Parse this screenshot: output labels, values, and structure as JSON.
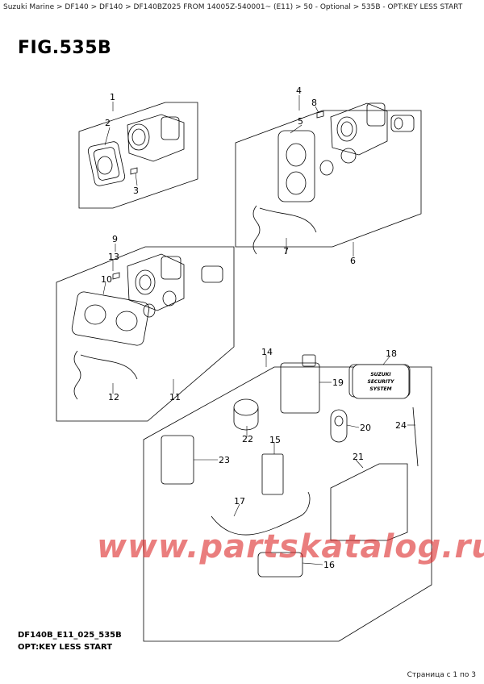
{
  "breadcrumb": {
    "items": [
      "Suzuki Marine",
      "DF140",
      "DF140",
      "DF140BZ025 FROM 14005Z-540001~ (E11)",
      "50 - Optional",
      "535B - OPT:KEY LESS START"
    ],
    "separator": " > "
  },
  "figure": {
    "title": "FIG.535B",
    "code": "DF140B_E11_025_535B",
    "subtitle": "OPT:KEY LESS START"
  },
  "security_label": {
    "line1": "SUZUKI",
    "line2": "SECURITY",
    "line3": "SYSTEM"
  },
  "callouts": [
    "1",
    "2",
    "3",
    "4",
    "5",
    "6",
    "7",
    "8",
    "9",
    "10",
    "11",
    "12",
    "13",
    "14",
    "15",
    "16",
    "17",
    "18",
    "19",
    "20",
    "21",
    "22",
    "23",
    "24"
  ],
  "watermark": "www.partskatalog.ru",
  "pager": "Страница с 1 по 3",
  "colors": {
    "line": "#000000",
    "watermark": "#dc2828"
  }
}
